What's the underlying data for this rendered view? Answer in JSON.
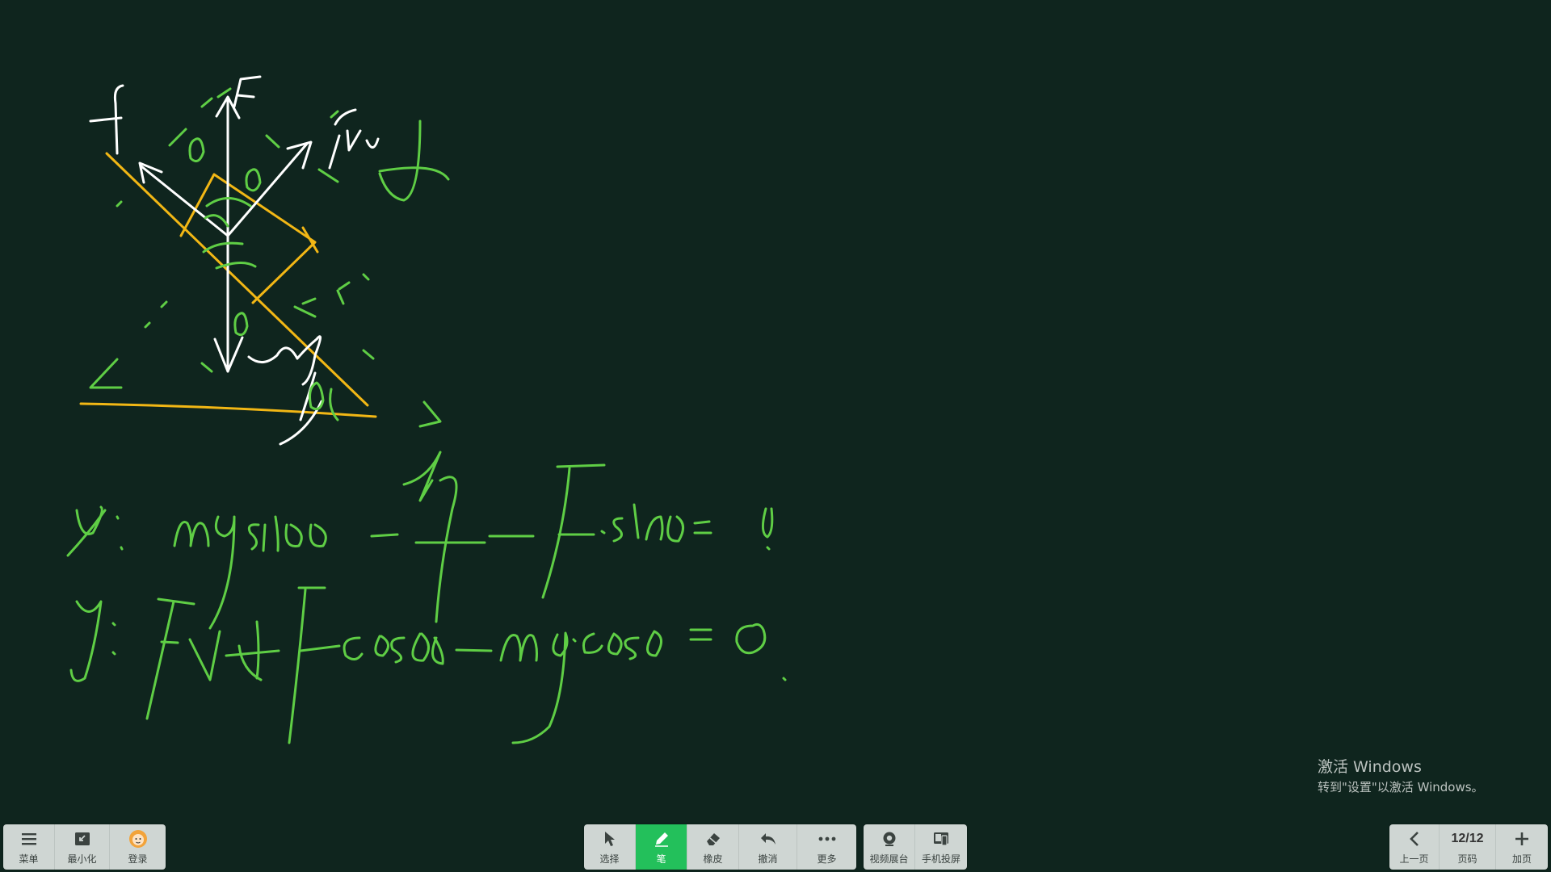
{
  "canvas": {
    "background": "#0f251e",
    "ink_green": "#5fce45",
    "ink_white": "#ffffff",
    "ink_yellow": "#f2b715",
    "diagram_labels": [
      "f",
      "F",
      "F_N",
      "y",
      "θ",
      "θ",
      "θ",
      "mg",
      "θ"
    ],
    "equation_x": "x: mgsinθ - f - F·sinθ = 0",
    "equation_y": "y: F_N + F cosθ - mg·cosθ = 0"
  },
  "watermark": {
    "title": "激活 Windows",
    "subtitle": "转到\"设置\"以激活 Windows。"
  },
  "left_toolbar": [
    {
      "label": "菜单",
      "icon": "menu-icon"
    },
    {
      "label": "最小化",
      "icon": "minimize-icon"
    },
    {
      "label": "登录",
      "icon": "avatar-icon"
    }
  ],
  "center_toolbar": [
    {
      "label": "选择",
      "icon": "cursor-icon",
      "active": false
    },
    {
      "label": "笔",
      "icon": "pen-icon",
      "active": true
    },
    {
      "label": "橡皮",
      "icon": "eraser-icon",
      "active": false
    },
    {
      "label": "撤消",
      "icon": "undo-icon",
      "active": false
    },
    {
      "label": "更多",
      "icon": "more-icon",
      "active": false
    }
  ],
  "media_toolbar": [
    {
      "label": "视频展台",
      "icon": "camera-icon"
    },
    {
      "label": "手机投屏",
      "icon": "phone-cast-icon"
    }
  ],
  "right_toolbar": {
    "prev_label": "上一页",
    "page_label": "页码",
    "page_value": "12/12",
    "add_label": "加页"
  },
  "accent_color": "#23c05b"
}
